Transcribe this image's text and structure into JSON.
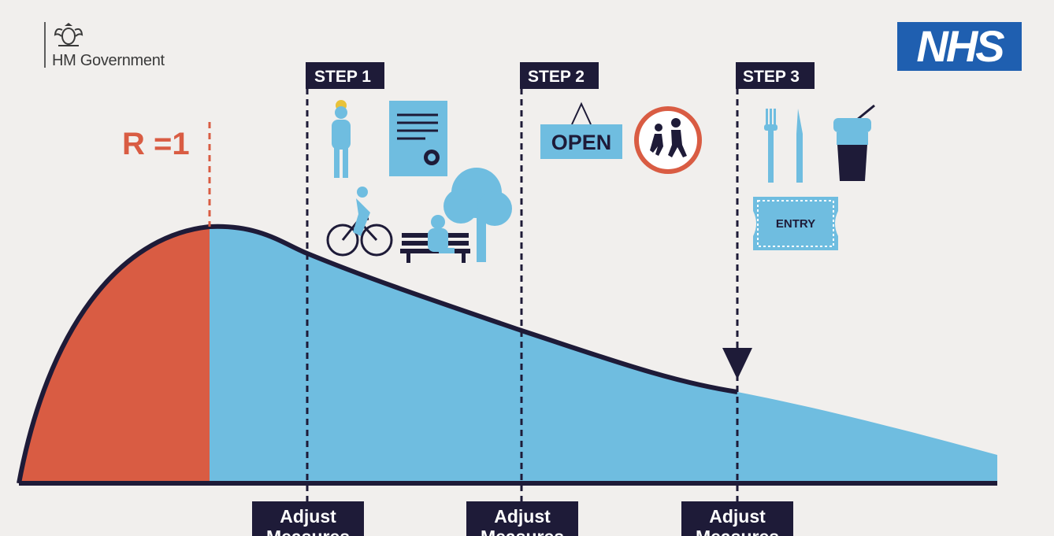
{
  "header": {
    "government_label": "HM Government",
    "nhs_label": "NHS"
  },
  "curve": {
    "r_label": "R =1"
  },
  "steps": [
    {
      "label": "STEP 1",
      "adjust_line1": "Adjust",
      "adjust_line2": "Measures"
    },
    {
      "label": "STEP 2",
      "adjust_line1": "Adjust",
      "adjust_line2": "Measures"
    },
    {
      "label": "STEP 3",
      "adjust_line1": "Adjust",
      "adjust_line2": "Measures"
    }
  ],
  "icons": {
    "open_sign_text": "OPEN",
    "entry_ticket_text": "ENTRY"
  },
  "colors": {
    "background": "#f1efed",
    "red_area": "#d95c43",
    "blue_area": "#6fbde0",
    "dark_navy": "#1e1b38",
    "nhs_blue": "#1f5fb0"
  }
}
